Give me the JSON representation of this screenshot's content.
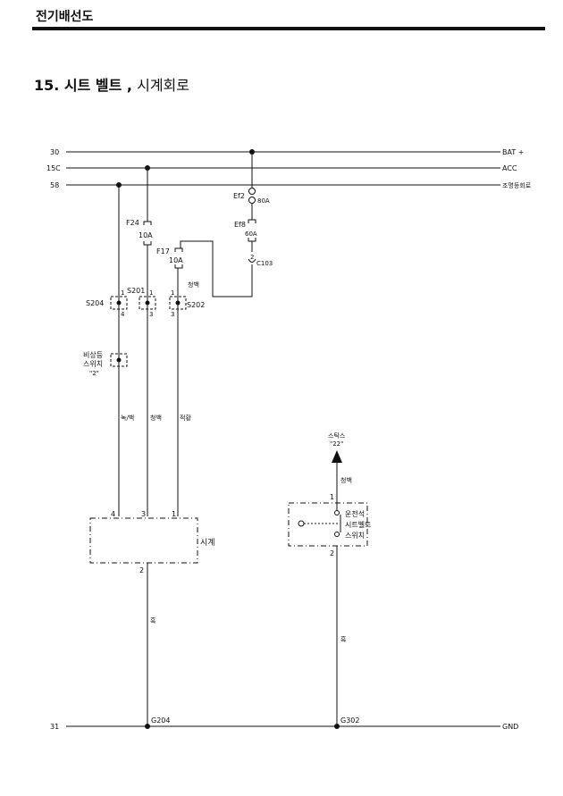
{
  "header": {
    "section": "전기배선도"
  },
  "page": {
    "title_main": "15. 시트 벨트 ,",
    "title_rest": " 시계회로"
  },
  "buses": {
    "b30": {
      "num": "30",
      "label": "BAT +"
    },
    "b15c": {
      "num": "15C",
      "label": "ACC"
    },
    "b58": {
      "num": "58",
      "label": "조명등회로"
    },
    "b31": {
      "num": "31",
      "label": "GND"
    }
  },
  "fuses": {
    "ef2": {
      "name": "Ef2",
      "rating": "80A"
    },
    "ef8": {
      "name": "Ef8",
      "rating": "60A"
    },
    "f24": {
      "name": "F24",
      "rating": "10A"
    },
    "f17": {
      "name": "F17",
      "rating": "10A"
    }
  },
  "connectors": {
    "c103": {
      "name": "C103",
      "pin": "2"
    },
    "s201": {
      "name": "S201",
      "pin_top": "1",
      "pin_bottom": "3"
    },
    "s202": {
      "name": "S202",
      "pin_top": "1",
      "pin_bottom": "3"
    },
    "s204": {
      "name": "S204",
      "pin_top": "1",
      "pin_bottom": "4"
    }
  },
  "hazard_switch": {
    "line1": "비상등",
    "line2": "스위치",
    "line3": "\"2\""
  },
  "wires": {
    "w1": "녹/백",
    "w2": "청백",
    "w3": "적황",
    "w4": "청백",
    "w5": "흑",
    "w6": "청백",
    "w7": "흑"
  },
  "clock": {
    "label": "시계",
    "pin4": "4",
    "pin3": "3",
    "pin1": "1",
    "pin2": "2"
  },
  "stics": {
    "line1": "스틱스",
    "line2": "\"22\""
  },
  "seatbelt_switch": {
    "line1": "운전석",
    "line2": "시트벨트",
    "line3": "스위치",
    "pin1": "1",
    "pin2": "2"
  },
  "grounds": {
    "g204": "G204",
    "g302": "G302"
  }
}
